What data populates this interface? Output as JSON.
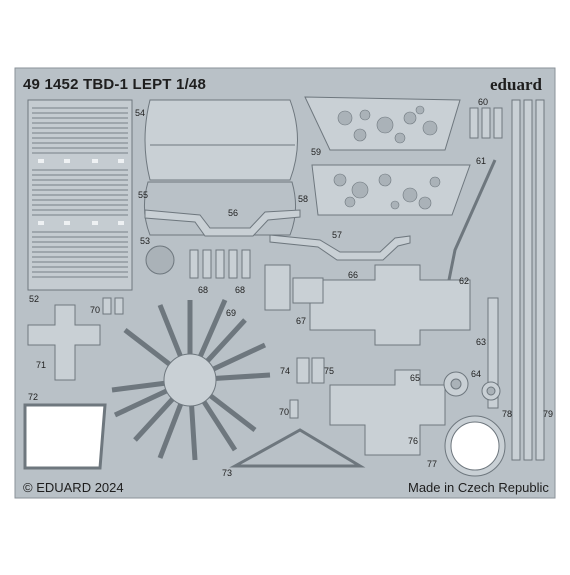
{
  "sheet": {
    "header": "49 1452 TBD-1 LEPT  1/48",
    "brand": "eduard",
    "copyright": "© EDUARD 2024",
    "origin": "Made in Czech Republic"
  },
  "colors": {
    "fret": "#b9c1c7",
    "part": "#c9d0d5",
    "outline": "#6e777e",
    "background": "#ffffff"
  },
  "part_numbers": [
    "54",
    "55",
    "56",
    "57",
    "58",
    "59",
    "60",
    "61",
    "62",
    "63",
    "64",
    "65",
    "66",
    "67",
    "68",
    "68",
    "69",
    "70",
    "70",
    "71",
    "72",
    "73",
    "74",
    "75",
    "76",
    "77",
    "78",
    "79",
    "52",
    "53"
  ]
}
